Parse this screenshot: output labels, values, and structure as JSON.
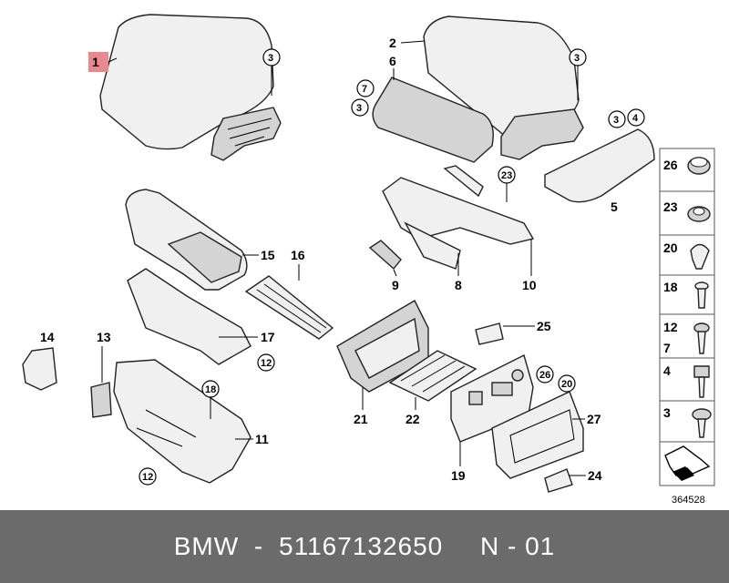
{
  "callouts": {
    "p1": "1",
    "p2": "2",
    "p3a": "3",
    "p3b": "3",
    "p3c": "3",
    "p3d": "3",
    "p4": "4",
    "p5": "5",
    "p6": "6",
    "p7": "7",
    "p8": "8",
    "p9": "9",
    "p10": "10",
    "p11": "11",
    "p12a": "12",
    "p12b": "12",
    "p13": "13",
    "p14": "14",
    "p15": "15",
    "p16": "16",
    "p17": "17",
    "p18": "18",
    "p19": "19",
    "p20": "20",
    "p21": "21",
    "p22": "22",
    "p23": "23",
    "p24": "24",
    "p25": "25",
    "p26": "26",
    "p27": "27"
  },
  "catalog": {
    "c26": "26",
    "c23": "23",
    "c20": "20",
    "c18": "18",
    "c12": "12",
    "c7": "7",
    "c4": "4",
    "c3": "3"
  },
  "diagram_number": "364528",
  "footer": {
    "brand": "BMW",
    "sep1": "-",
    "part_number": "51167132650",
    "sep2": "",
    "variant": "N - 01"
  },
  "colors": {
    "highlight": "#e8898f",
    "footer_bg": "#6b6b6b"
  }
}
